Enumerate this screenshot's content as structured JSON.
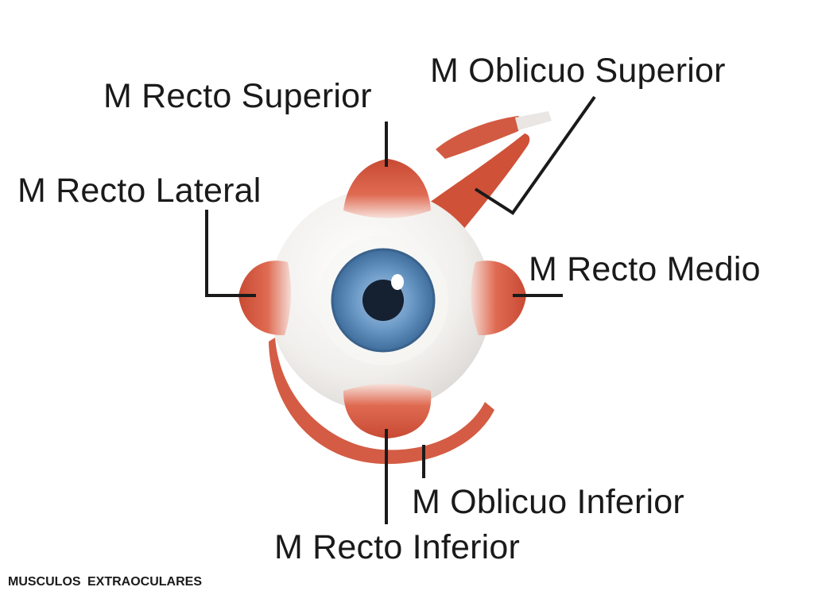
{
  "diagram": {
    "labels": {
      "recto_superior": "M Recto Superior",
      "oblicuo_superior": "M Oblicuo Superior",
      "recto_lateral": "M Recto Lateral",
      "recto_medio": "M Recto Medio",
      "oblicuo_inferior": "M Oblicuo Inferior",
      "recto_inferior": "M Recto Inferior"
    },
    "caption": "MUSCULOS  EXTRAOCULARES"
  },
  "colors": {
    "muscle": "#d9573f",
    "muscle_dark": "#b8402d",
    "sclera": "#f4f2ef",
    "iris": "#5f8fbf",
    "pupil": "#152030",
    "leader_line": "#1a1a1a"
  }
}
